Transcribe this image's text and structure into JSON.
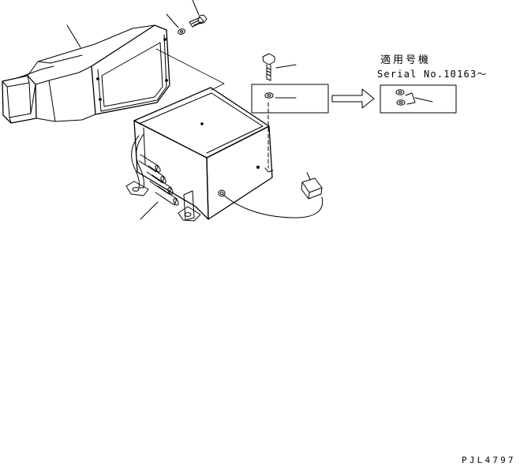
{
  "applicability": {
    "label": "適用号機",
    "serial": "Serial No.10163～"
  },
  "drawing_id": "PJL4797",
  "colors": {
    "ink": "#000000",
    "paper": "#ffffff"
  },
  "icons": [
    "duct",
    "heater-unit",
    "bolt",
    "washer",
    "connector",
    "arrow",
    "hoses"
  ]
}
